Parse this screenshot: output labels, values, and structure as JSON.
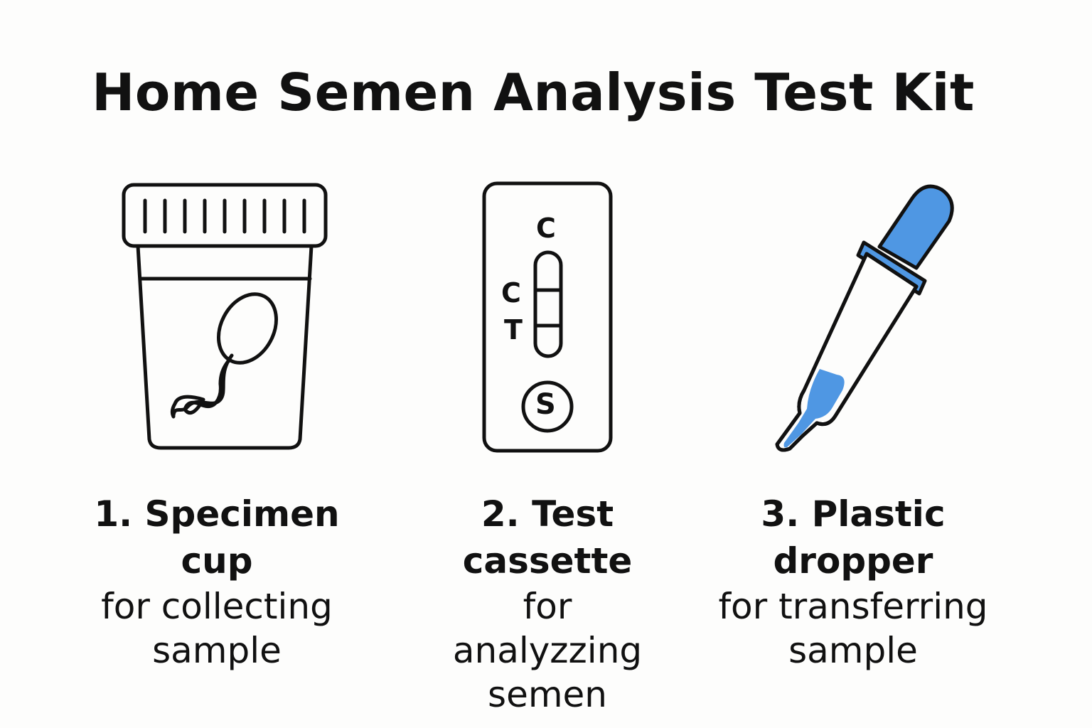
{
  "title": "Home Semen Analysis Test Kit",
  "items": [
    {
      "head_line1": "1. Specimen",
      "head_line2": "cup",
      "desc_line1": "for collecting",
      "desc_line2": "sample",
      "icon": "specimen-cup-icon"
    },
    {
      "head_line1": "2. Test cassette",
      "desc_line1": "for",
      "desc_line2": "analyzzing",
      "desc_line3": "semen",
      "icon": "test-cassette-icon"
    },
    {
      "head_line1": "3. Plastic",
      "head_line2": "dropper",
      "desc_line1": "for transferring",
      "desc_line2": "sample",
      "icon": "plastic-dropper-icon"
    }
  ],
  "cassette_labels": {
    "top_c": "C",
    "side_c": "C",
    "side_t": "T",
    "sample_well": "S"
  },
  "colors": {
    "stroke": "#111111",
    "dropper_blue": "#4f97e3",
    "background": "#fdfdfc"
  }
}
